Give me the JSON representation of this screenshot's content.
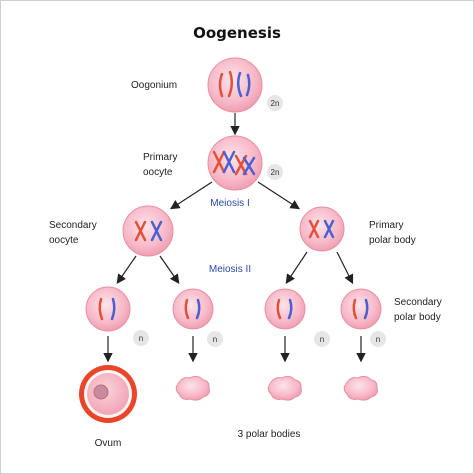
{
  "title": "Oogenesis",
  "labels": {
    "oogonium": "Oogonium",
    "primary_oocyte_1": "Primary",
    "primary_oocyte_2": "oocyte",
    "secondary_oocyte_1": "Secondary",
    "secondary_oocyte_2": "oocyte",
    "primary_polar_1": "Primary",
    "primary_polar_2": "polar body",
    "secondary_polar_1": "Secondary",
    "secondary_polar_2": "polar body",
    "meiosis_1": "Meiosis I",
    "meiosis_2": "Meiosis II",
    "ovum": "Ovum",
    "polar_bodies": "3 polar bodies"
  },
  "ploidy": {
    "diploid": "2n",
    "haploid": "n"
  },
  "colors": {
    "cell_fill": "#f7b8c8",
    "cell_edge": "#e8909f",
    "chromosome_red": "#e2503a",
    "chromosome_blue": "#4b5fd0",
    "ovum_ring": "#e8462a",
    "meiosis_text": "#2b4aa8"
  }
}
